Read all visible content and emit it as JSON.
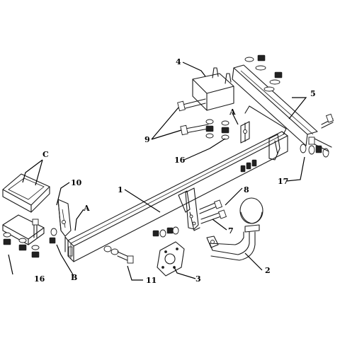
{
  "labels": {
    "part_1": "1",
    "part_2": "2",
    "part_3": "3",
    "part_4": "4",
    "part_5": "5",
    "part_7": "7",
    "part_8": "8",
    "part_9": "9",
    "part_10": "10",
    "part_11": "11",
    "part_16_left": "16",
    "part_16_mid": "16",
    "part_17": "17",
    "detail_a_left": "A",
    "detail_a_right": "A",
    "detail_b": "B",
    "detail_c": "C"
  }
}
